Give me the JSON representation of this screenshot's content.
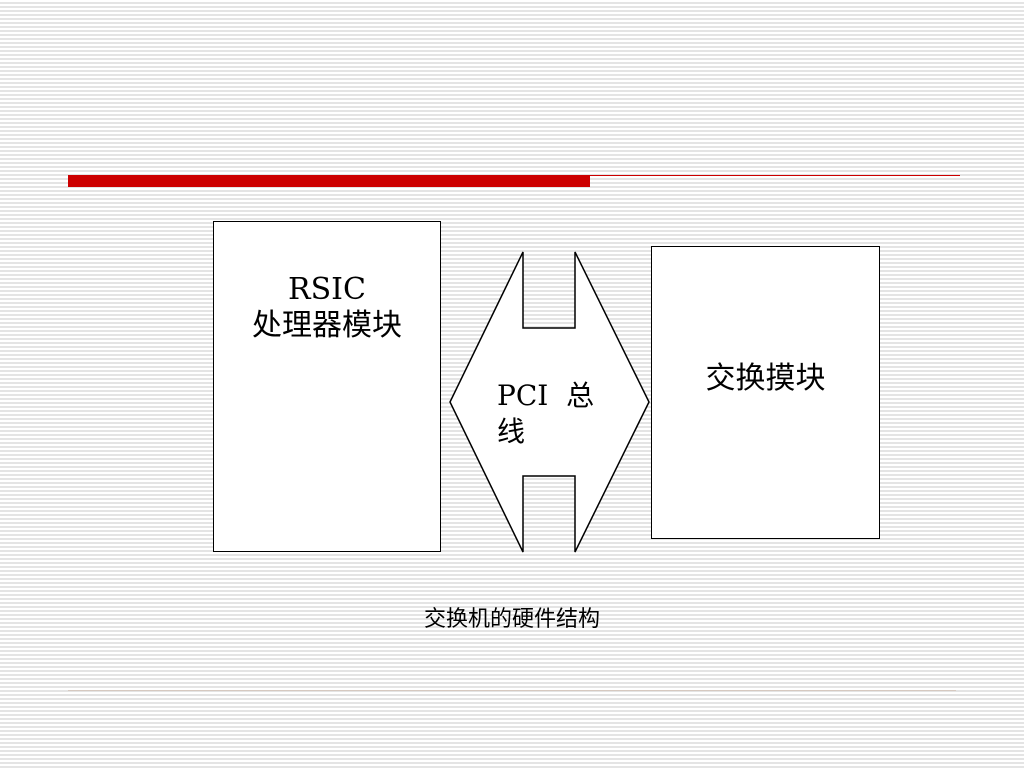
{
  "colors": {
    "accent": "#cc0000",
    "stroke": "#000000",
    "background": "#ffffff"
  },
  "diagram": {
    "rsic_module": {
      "line1": "RSIC",
      "line2": "处理器模块"
    },
    "bus": {
      "line1": "PCI  总",
      "line2": "线"
    },
    "switch_module": {
      "label": "交换摸块"
    }
  },
  "caption": "交换机的硬件结构"
}
